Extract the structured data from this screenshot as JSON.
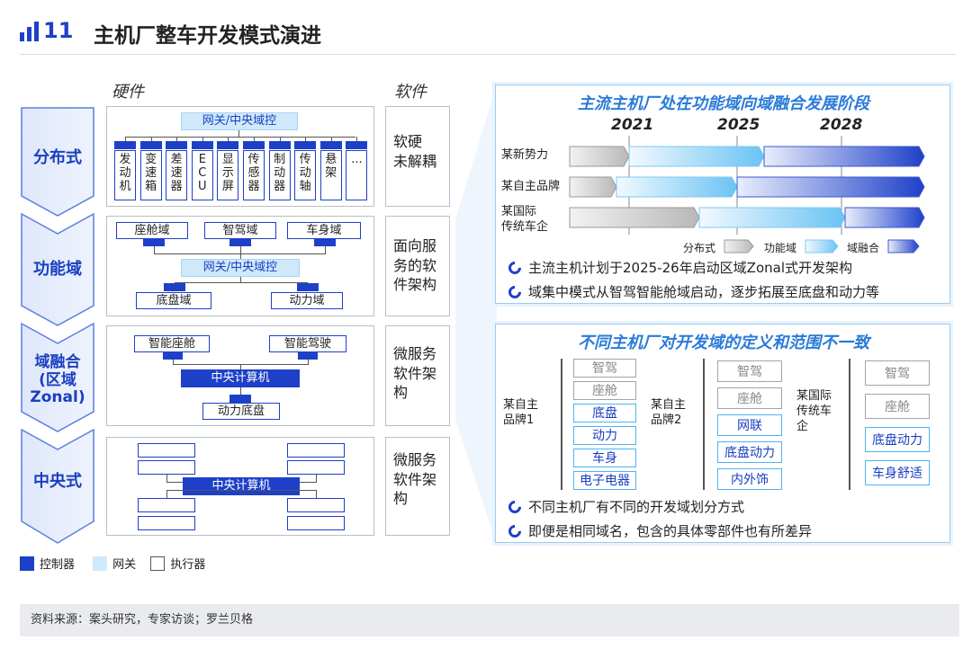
{
  "header": {
    "number": "11",
    "title": "主机厂整车开发模式演进"
  },
  "columns": {
    "hardware": "硬件",
    "software": "软件"
  },
  "stages": [
    {
      "name": "分布式",
      "software": "软硬\n未解耦"
    },
    {
      "name": "功能域",
      "software": "面向服\n务的软\n件架构"
    },
    {
      "name": "域融合\n(区域\nZonal)",
      "software": "微服务\n软件架\n构"
    },
    {
      "name": "中央式",
      "software": "微服务\n软件架\n构"
    }
  ],
  "distributed": {
    "gateway": "网关/中央域控",
    "ecus": [
      "发\n动\n机",
      "变\n速\n箱",
      "差\n速\n器",
      "E\nC\nU",
      "显\n示\n屏",
      "传\n感\n器",
      "制\n动\n器",
      "传\n动\n轴",
      "悬\n架",
      "..."
    ]
  },
  "functional": {
    "domains_top": [
      "座舱域",
      "智驾域",
      "车身域"
    ],
    "gateway": "网关/中央域控",
    "domains_bottom": [
      "底盘域",
      "动力域"
    ]
  },
  "zonal": {
    "domains_top": [
      "智能座舱",
      "智能驾驶"
    ],
    "core": "中央计算机",
    "bottom": "动力底盘"
  },
  "central": {
    "core": "中央计算机"
  },
  "legend": {
    "controller": "控制器",
    "gateway": "网关",
    "actuator": "执行器"
  },
  "panel1": {
    "title": "主流主机厂处在功能域向域融合发展阶段",
    "years": [
      "2021",
      "2025",
      "2028"
    ],
    "rows": [
      "某新势力",
      "某自主品牌",
      "某国际\n传统车企"
    ],
    "legend": [
      "分布式",
      "功能域",
      "域融合"
    ],
    "bullets": [
      "主流主机计划于2025-26年启动区域Zonal式开发架构",
      "域集中模式从智驾智能舱域启动，逐步拓展至底盘和动力等"
    ]
  },
  "panel2": {
    "title": "不同主机厂对开发域的定义和范围不一致",
    "oems": [
      "某自主\n品牌1",
      "某自主\n品牌2",
      "某国际\n传统车\n企"
    ],
    "oem1": [
      "智驾",
      "座舱",
      "底盘",
      "动力",
      "车身",
      "电子电器"
    ],
    "oem2": [
      "智驾",
      "座舱",
      "网联",
      "底盘动力",
      "内外饰"
    ],
    "oem3": [
      "智驾",
      "座舱",
      "底盘动力",
      "车身舒适"
    ],
    "bullets": [
      "不同主机厂有不同的开发域划分方式",
      "即便是相同域名，包含的具体零部件也有所差异"
    ]
  },
  "footer": "资料来源：案头研究，专家访谈；罗兰贝格"
}
